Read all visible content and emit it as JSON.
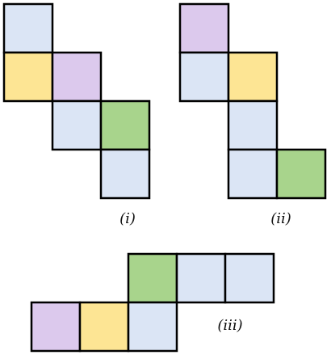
{
  "colors": {
    "blue": "#dbe5f5",
    "yellow": "#fde594",
    "purple": "#dcc9ed",
    "green": "#a8d48c"
  },
  "figures": [
    {
      "label": "(i)",
      "cells": [
        {
          "col": 0,
          "row": 0,
          "color": "blue"
        },
        {
          "col": 0,
          "row": 1,
          "color": "yellow"
        },
        {
          "col": 1,
          "row": 1,
          "color": "purple"
        },
        {
          "col": 1,
          "row": 2,
          "color": "blue"
        },
        {
          "col": 2,
          "row": 2,
          "color": "green"
        },
        {
          "col": 2,
          "row": 3,
          "color": "blue"
        }
      ]
    },
    {
      "label": "(ii)",
      "cells": [
        {
          "col": 0,
          "row": 0,
          "color": "purple"
        },
        {
          "col": 0,
          "row": 1,
          "color": "blue"
        },
        {
          "col": 1,
          "row": 1,
          "color": "yellow"
        },
        {
          "col": 1,
          "row": 2,
          "color": "blue"
        },
        {
          "col": 1,
          "row": 3,
          "color": "blue"
        },
        {
          "col": 2,
          "row": 3,
          "color": "green"
        }
      ]
    },
    {
      "label": "(iii)",
      "cells": [
        {
          "col": 2,
          "row": 0,
          "color": "green"
        },
        {
          "col": 3,
          "row": 0,
          "color": "blue"
        },
        {
          "col": 4,
          "row": 0,
          "color": "blue"
        },
        {
          "col": 0,
          "row": 1,
          "color": "purple"
        },
        {
          "col": 1,
          "row": 1,
          "color": "yellow"
        },
        {
          "col": 2,
          "row": 1,
          "color": "blue"
        }
      ]
    }
  ]
}
